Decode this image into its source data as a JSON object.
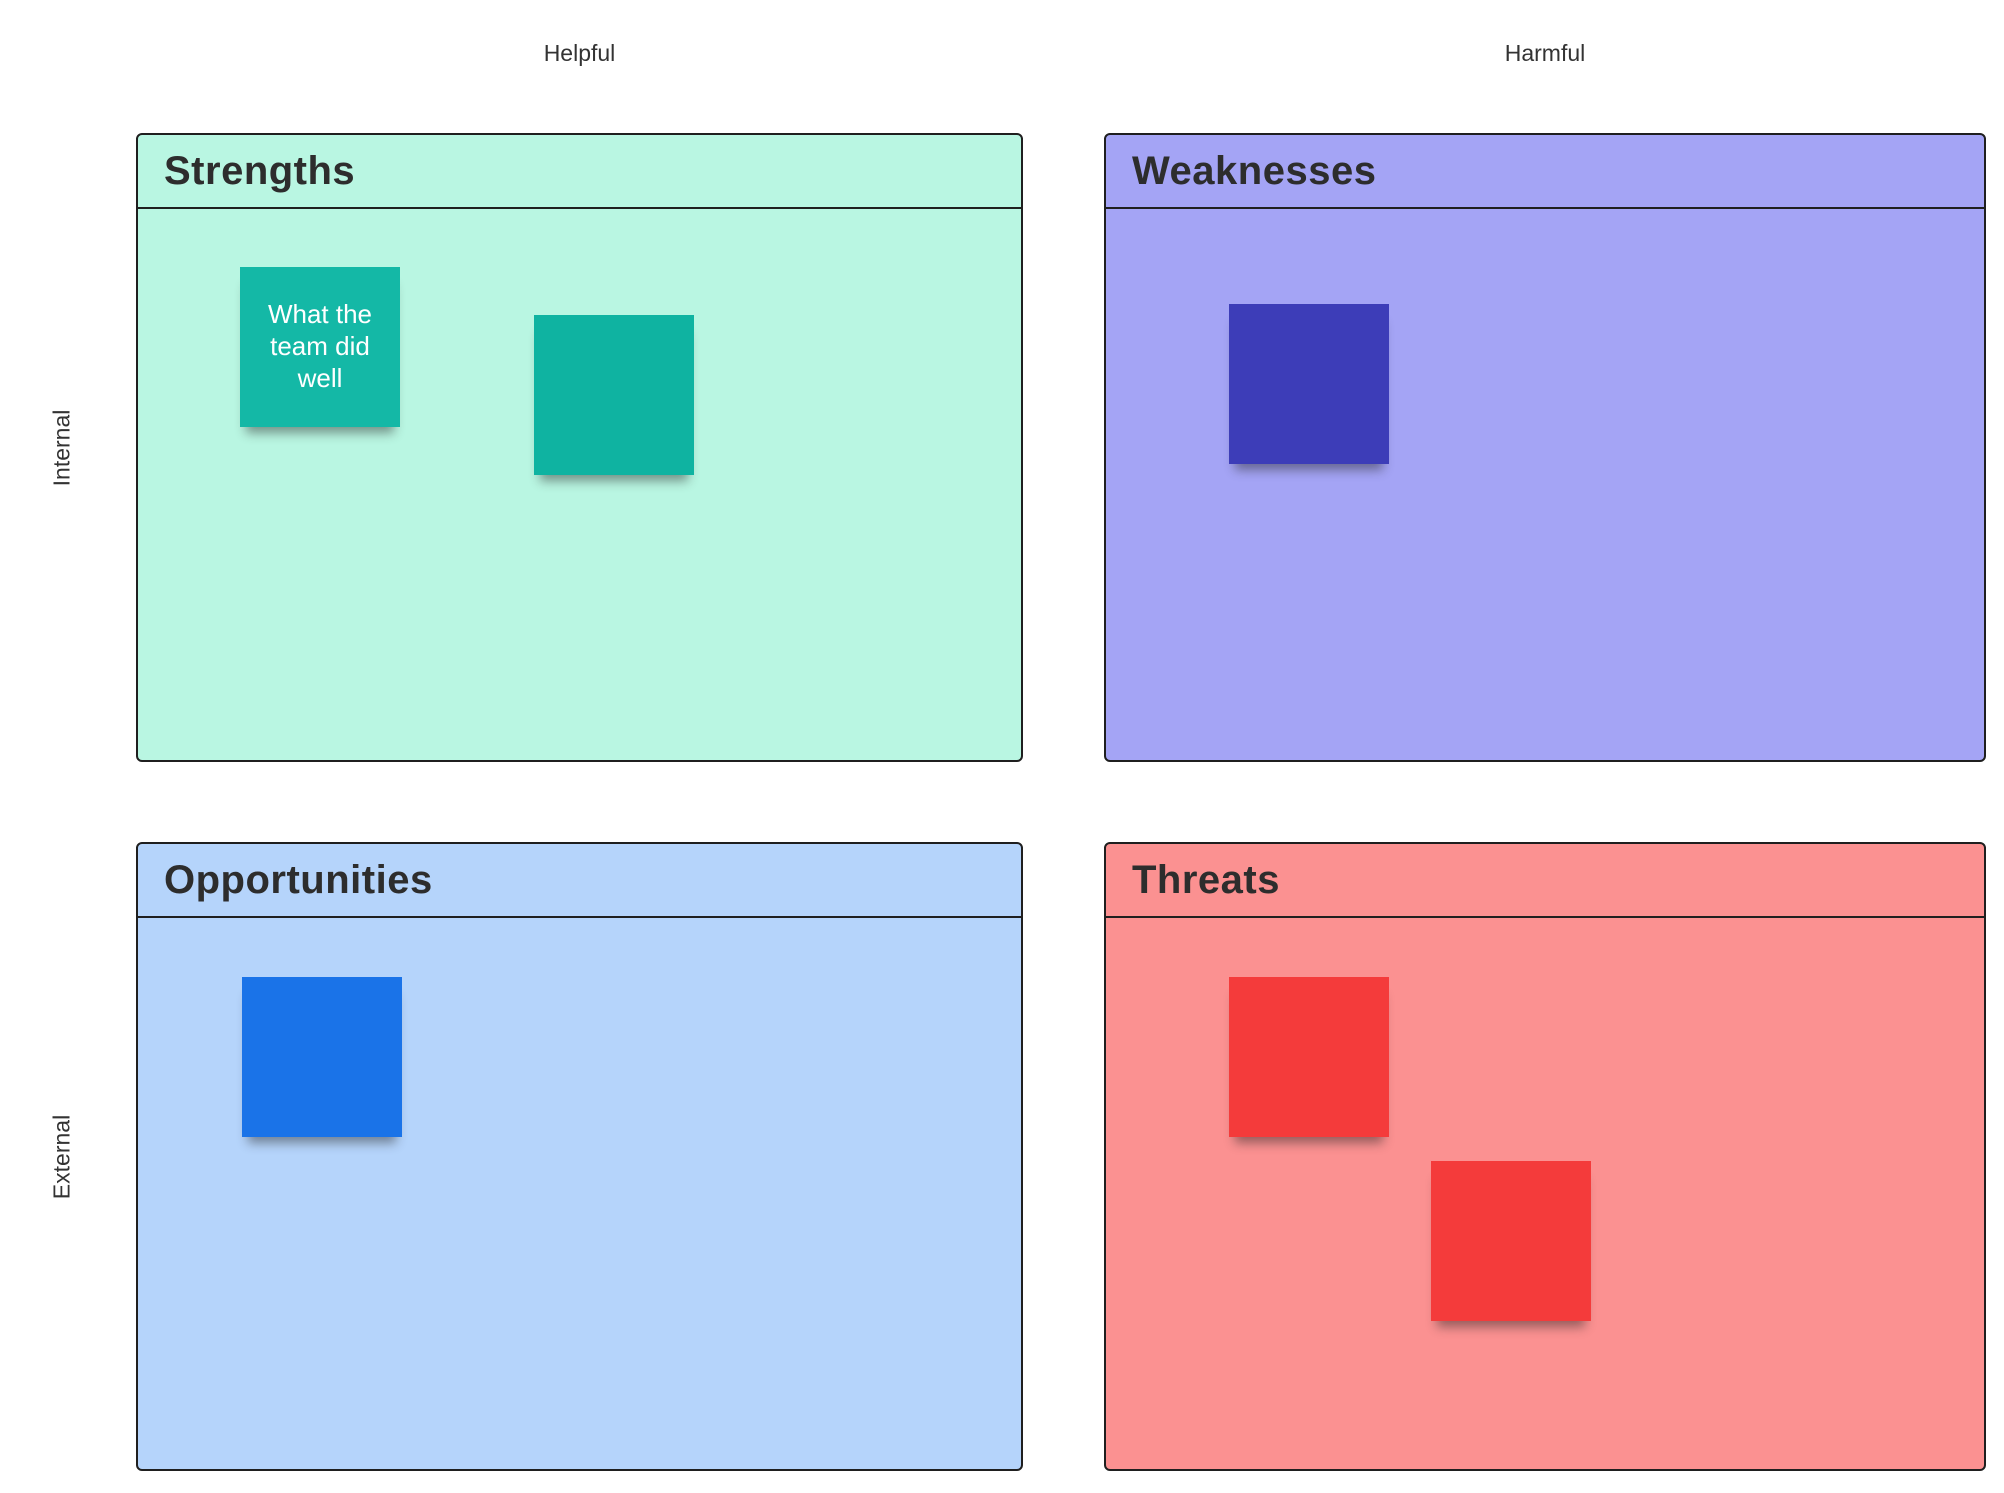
{
  "axes": {
    "helpful": "Helpful",
    "harmful": "Harmful",
    "internal": "Internal",
    "external": "External"
  },
  "quadrants": {
    "strengths": {
      "title": "Strengths",
      "bg": "#b9f6e2",
      "notes": [
        {
          "color": "#14b8a6",
          "text": "What the team did well"
        },
        {
          "color": "#0fb3a1",
          "text": ""
        }
      ]
    },
    "weaknesses": {
      "title": "Weaknesses",
      "bg": "#a4a4f5",
      "notes": [
        {
          "color": "#3d3db8",
          "text": ""
        }
      ]
    },
    "opportunities": {
      "title": "Opportunities",
      "bg": "#b5d4fb",
      "notes": [
        {
          "color": "#1a73e8",
          "text": ""
        }
      ]
    },
    "threats": {
      "title": "Threats",
      "bg": "#fb9191",
      "notes": [
        {
          "color": "#f43b3b",
          "text": ""
        },
        {
          "color": "#f43b3b",
          "text": ""
        }
      ]
    }
  }
}
